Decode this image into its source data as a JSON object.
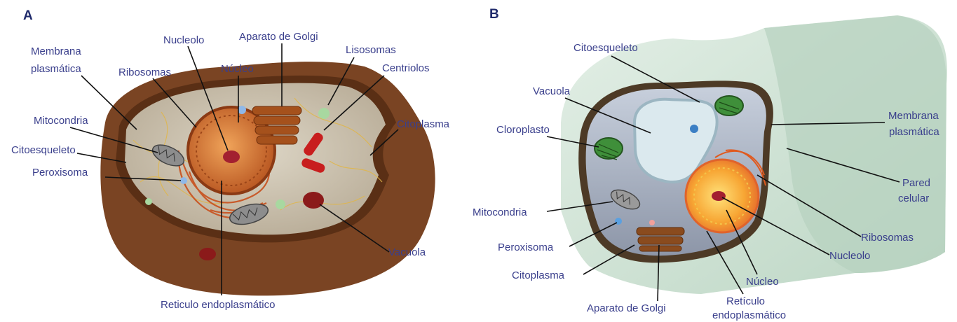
{
  "panels": {
    "a": "A",
    "b": "B"
  },
  "animal": {
    "membrana_1": "Membrana",
    "membrana_2": "plasmática",
    "nucleolo": "Nucleolo",
    "golgi": "Aparato de Golgi",
    "lisosomas": "Lisosomas",
    "ribosomas": "Ribosomas",
    "nucleo": "Núcleo",
    "centriolos": "Centriolos",
    "mitocondria": "Mitocondria",
    "citoplasma": "Citoplasma",
    "citoesqueleto": "Citoesqueleto",
    "peroxisoma": "Peroxisoma",
    "vacuola": "Vacuola",
    "reticulo": "Reticulo endoplasmático"
  },
  "plant": {
    "citoesqueleto": "Citoesqueleto",
    "vacuola": "Vacuola",
    "cloroplasto": "Cloroplasto",
    "membrana_1": "Membrana",
    "membrana_2": "plasmática",
    "pared_1": "Pared",
    "pared_2": "celular",
    "mitocondria": "Mitocondria",
    "ribosomas": "Ribosomas",
    "peroxisoma": "Peroxisoma",
    "nucleolo": "Nucleolo",
    "citoplasma": "Citoplasma",
    "nucleo": "Núcleo",
    "golgi": "Aparato de Golgi",
    "reticulo_1": "Retículo",
    "reticulo_2": "endoplasmático"
  },
  "colors": {
    "label": "#3a3f8c",
    "animal_membrane": "#6b3a1e",
    "cytoplasm": "#cfc7b6",
    "nucleus": "#d8823a",
    "cell_wall": "#cfe4d6",
    "chloroplast": "#3f8f3a",
    "plant_vacuole": "#dbe9ee"
  }
}
